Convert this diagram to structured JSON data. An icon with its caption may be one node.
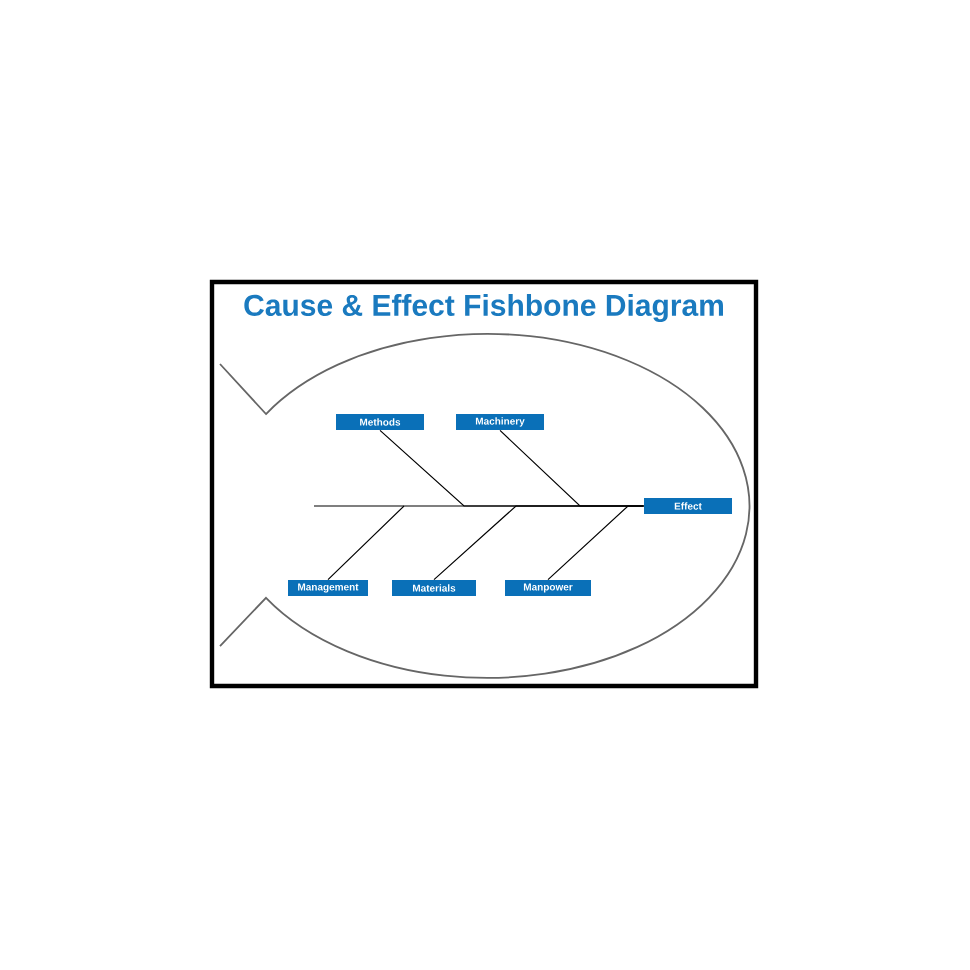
{
  "diagram": {
    "title": "Cause & Effect Fishbone Diagram",
    "nodes": [
      {
        "text": [
          "Methods"
        ]
      },
      {
        "text": [
          "Machinery"
        ]
      },
      {
        "text": [
          "Effect"
        ]
      },
      {
        "text": [
          "Management"
        ]
      },
      {
        "text": [
          "Materials"
        ]
      },
      {
        "text": [
          "Manpower"
        ]
      }
    ],
    "edges": [
      {
        "from": 0,
        "to": 2,
        "arrow": "none"
      },
      {
        "from": 1,
        "to": 2,
        "arrow": "none"
      },
      {
        "from": 3,
        "to": 2,
        "arrow": "none"
      },
      {
        "from": 4,
        "to": 2,
        "arrow": "none"
      },
      {
        "from": 5,
        "to": 2,
        "arrow": "none"
      }
    ]
  }
}
